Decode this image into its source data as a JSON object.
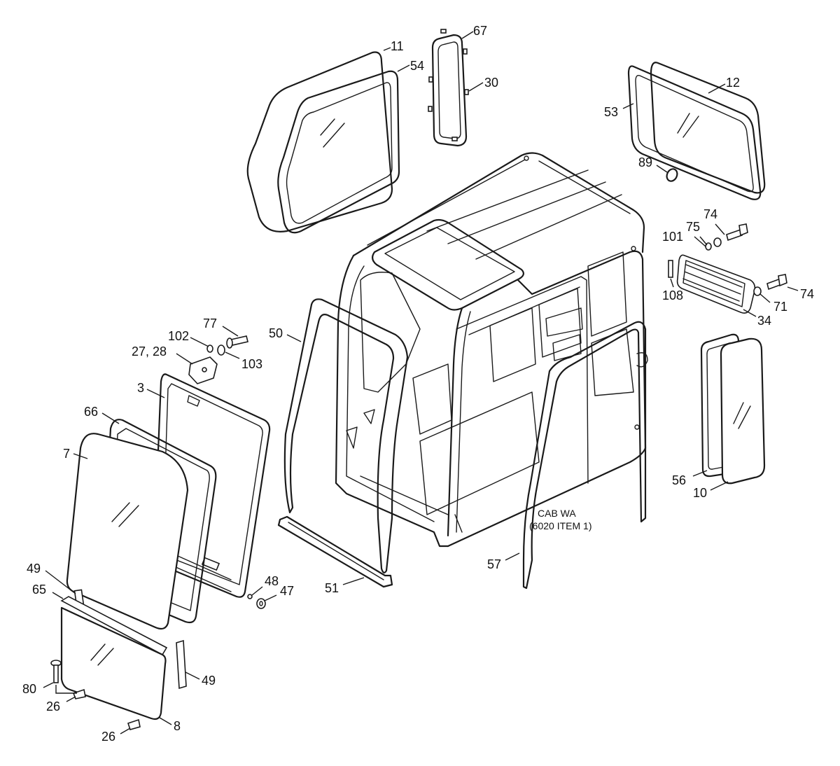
{
  "callouts": {
    "c11": "11",
    "c54": "54",
    "c67": "67",
    "c30": "30",
    "c12": "12",
    "c53": "53",
    "c89": "89",
    "c74a": "74",
    "c75": "75",
    "c101": "101",
    "c108": "108",
    "c74b": "74",
    "c71": "71",
    "c34": "34",
    "c50": "50",
    "c77": "77",
    "c102": "102",
    "c103": "103",
    "c2728": "27, 28",
    "c3": "3",
    "c66": "66",
    "c7": "7",
    "c49a": "49",
    "c65": "65",
    "c48": "48",
    "c47": "47",
    "c51": "51",
    "c57": "57",
    "c56": "56",
    "c10": "10",
    "c49b": "49",
    "c80": "80",
    "c26a": "26",
    "c26b": "26",
    "c8": "8"
  },
  "cab_note": {
    "line1": "CAB WA",
    "line2": "(6020 ITEM 1)"
  }
}
